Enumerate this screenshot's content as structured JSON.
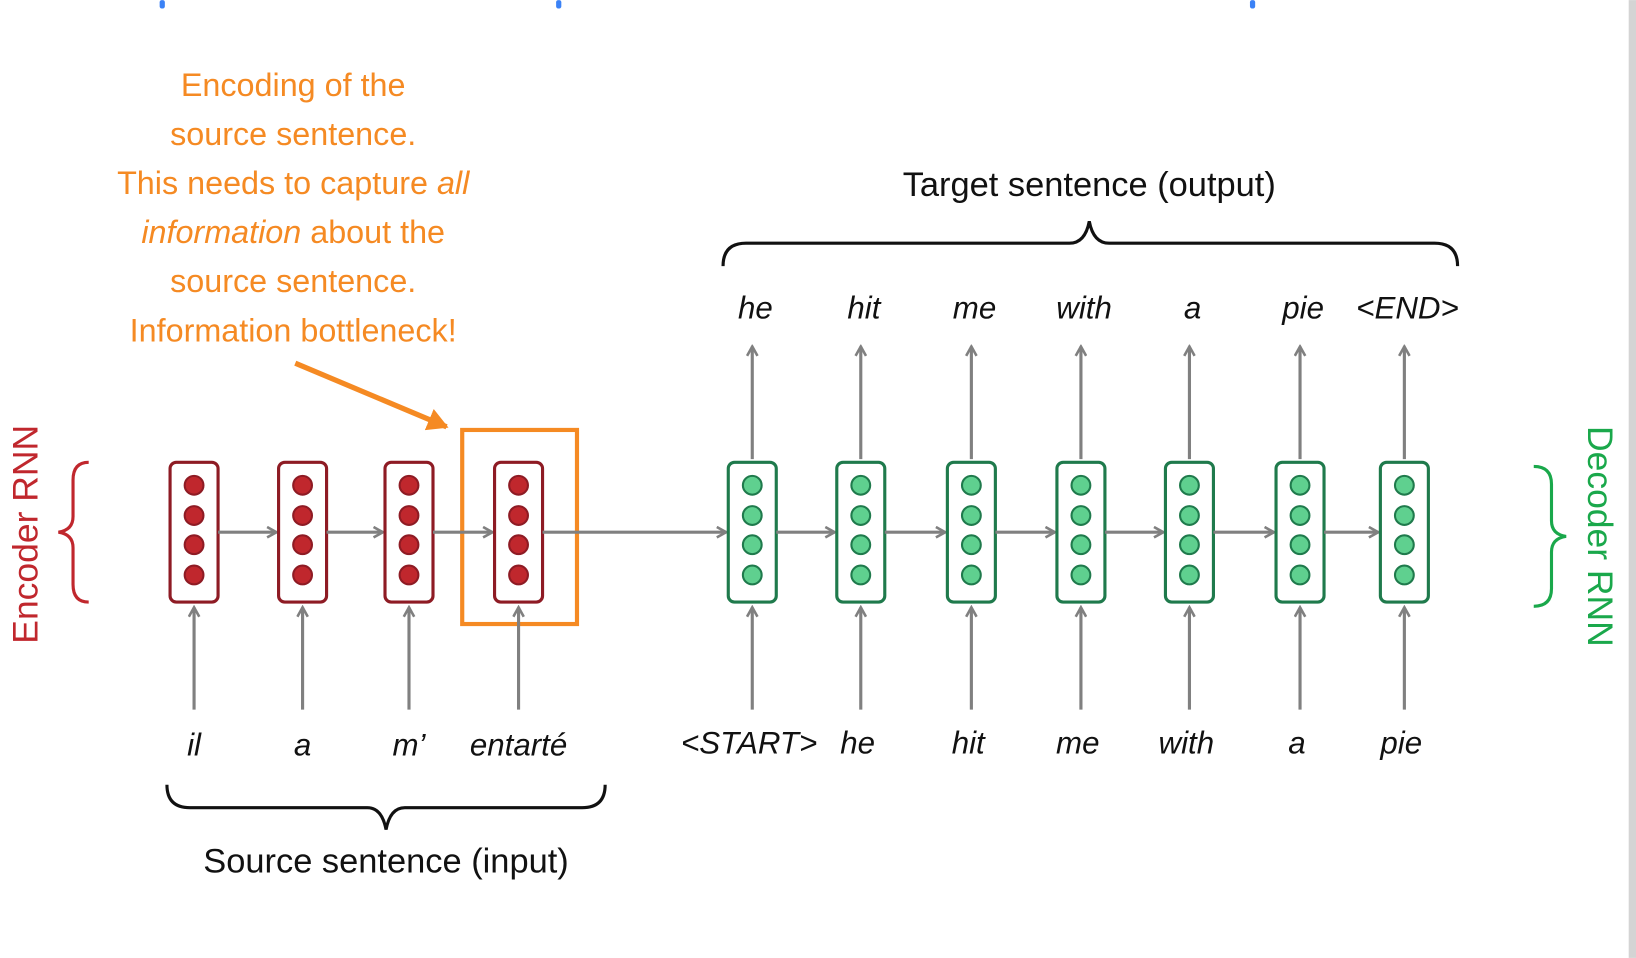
{
  "colors": {
    "encoder": "#c0272d",
    "decoder": "#1aa84b",
    "annotation": "#f58a23",
    "arrow": "#808080",
    "accent_blue": "#3b82f6"
  },
  "annotation": {
    "lines": [
      "Encoding of the",
      "source sentence."
    ],
    "line3_pre": "This needs to capture ",
    "line3_em": "all",
    "line4_em": "information",
    "line4_post": " about the",
    "lines_end": [
      "source sentence.",
      "Information bottleneck!"
    ]
  },
  "labels": {
    "target": "Target sentence (output)",
    "source": "Source sentence (input)",
    "encoder": "Encoder RNN",
    "decoder": "Decoder RNN"
  },
  "source_words": [
    "il",
    "a",
    "m’",
    "entarté"
  ],
  "decoder_inputs": [
    "<START>",
    "he",
    "hit",
    "me",
    "with",
    "a",
    "pie"
  ],
  "outputs": [
    "he",
    "hit",
    "me",
    "with",
    "a",
    "pie",
    "<END>"
  ]
}
